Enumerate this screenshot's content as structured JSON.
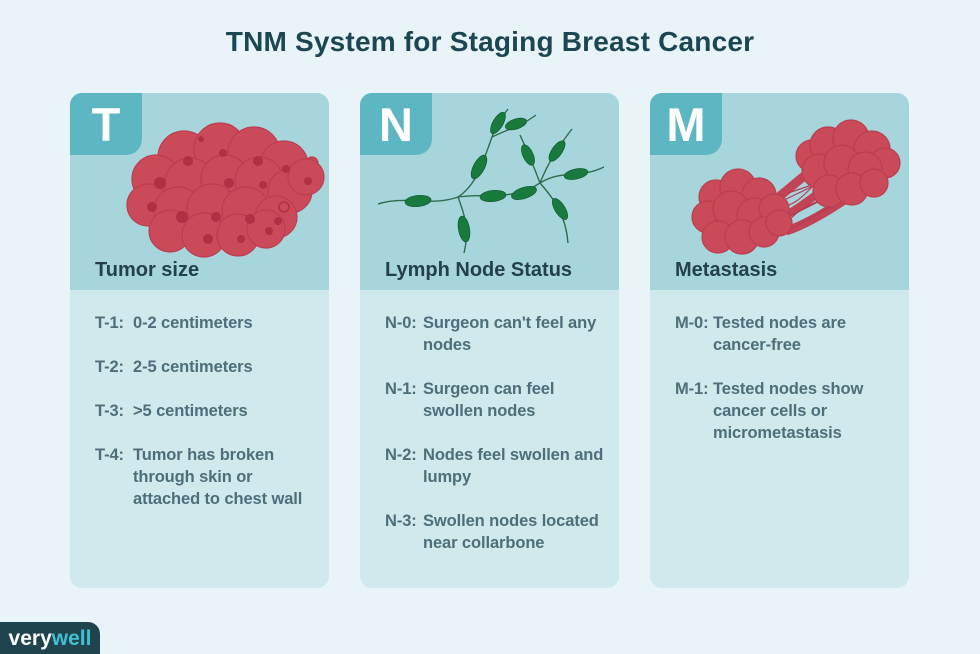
{
  "page": {
    "title": "TNM System for Staging Breast Cancer"
  },
  "cards": [
    {
      "letter": "T",
      "heading": "Tumor size",
      "illustration": "tumor-cell-cluster-icon",
      "items": [
        {
          "label": "T-1:",
          "text": "0-2 centimeters"
        },
        {
          "label": "T-2:",
          "text": "2-5 centimeters"
        },
        {
          "label": "T-3:",
          "text": ">5 centimeters"
        },
        {
          "label": "T-4:",
          "text": "Tumor has broken through skin or attached to chest wall"
        }
      ]
    },
    {
      "letter": "N",
      "heading": "Lymph Node Status",
      "illustration": "lymph-nodes-icon",
      "items": [
        {
          "label": "N-0:",
          "text": "Surgeon can't feel any nodes"
        },
        {
          "label": "N-1:",
          "text": "Surgeon can feel swollen nodes"
        },
        {
          "label": "N-2:",
          "text": "Nodes feel swollen and lumpy"
        },
        {
          "label": "N-3:",
          "text": "Swollen nodes located near collarbone"
        }
      ]
    },
    {
      "letter": "M",
      "heading": "Metastasis",
      "illustration": "metastasis-clusters-icon",
      "items": [
        {
          "label": "M-0:",
          "text": "Tested nodes are cancer-free"
        },
        {
          "label": "M-1:",
          "text": "Tested nodes show cancer cells or micrometastasis"
        }
      ]
    }
  ],
  "logo": {
    "text_primary": "very",
    "text_secondary": "well"
  },
  "colors": {
    "page_background": "#e8f4f8",
    "card_header": "#a6d6dc",
    "card_body": "#cfe9ec",
    "letter_badge": "#5cb7c3",
    "title_text": "#1d4653",
    "heading_text": "#24404c",
    "body_text": "#4d6e7a",
    "tumor_red": "#cb4a5a",
    "tumor_red_dot": "#b22f44",
    "lymph_green": "#187a3c",
    "lymph_line_green": "#2e6c4c",
    "logo_background": "#1f444e",
    "logo_accent": "#43c0d5"
  }
}
